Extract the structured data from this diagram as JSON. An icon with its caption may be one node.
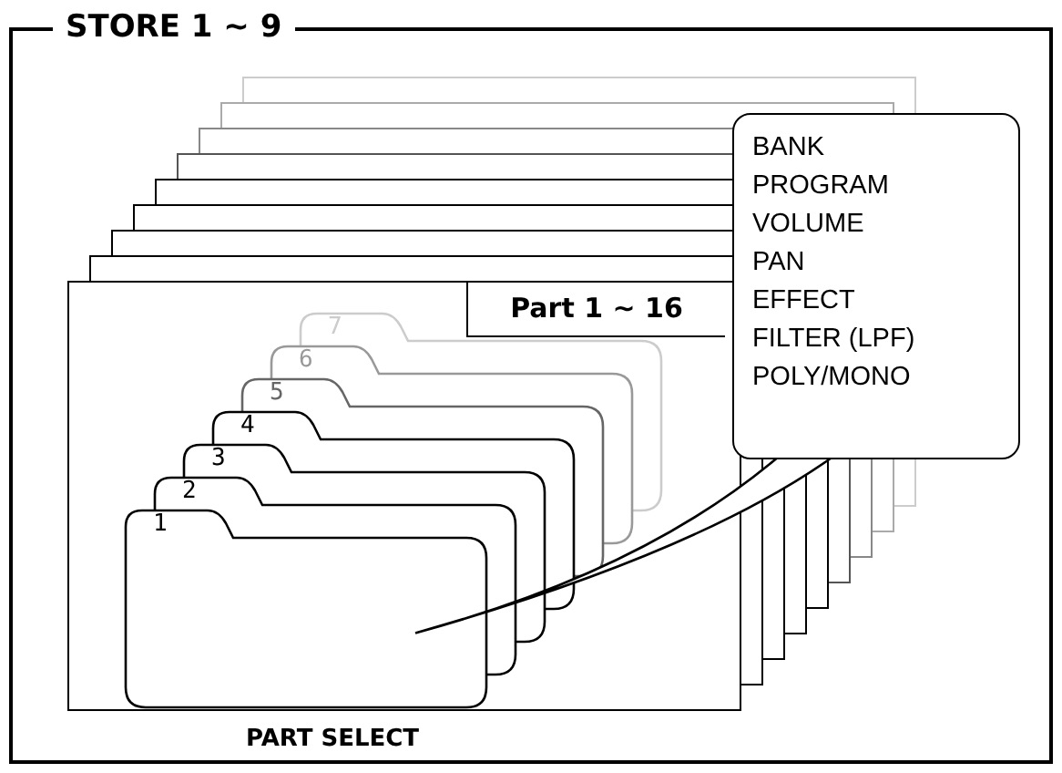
{
  "diagram": {
    "nodes": [
      {
        "text": [
          "STORE 1 ~ 9"
        ]
      },
      {
        "text": [],
        "shape": "box",
        "in": 0
      },
      {
        "text": [],
        "shape": "box",
        "in": 0
      },
      {
        "text": [],
        "shape": "box",
        "in": 0
      },
      {
        "text": [],
        "shape": "box",
        "in": 0
      },
      {
        "text": [],
        "shape": "box",
        "in": 0
      },
      {
        "text": [],
        "shape": "box",
        "in": 0
      },
      {
        "text": [],
        "shape": "box",
        "in": 0
      },
      {
        "text": [],
        "shape": "box",
        "in": 0
      },
      {
        "text": [
          "Part 1 ~ 16"
        ],
        "in": 0
      },
      {
        "text": [
          "1"
        ],
        "in": 9
      },
      {
        "text": [
          "2"
        ],
        "in": 9
      },
      {
        "text": [
          "3"
        ],
        "in": 9
      },
      {
        "text": [
          "4"
        ]
      },
      {
        "text": [
          "5"
        ]
      },
      {
        "text": [
          "6"
        ]
      },
      {
        "text": [
          "7"
        ]
      },
      {
        "text": [
          "BANK",
          "PROGRAM",
          "VOLUME",
          "PAN",
          "EFFECT",
          "FILTER (LPF)",
          "POLY/MONO"
        ],
        "in": 0
      }
    ],
    "edges": [
      {
        "from": 17,
        "to": 10,
        "arrow": "none"
      }
    ],
    "labels": [
      "PART SELECT"
    ]
  }
}
